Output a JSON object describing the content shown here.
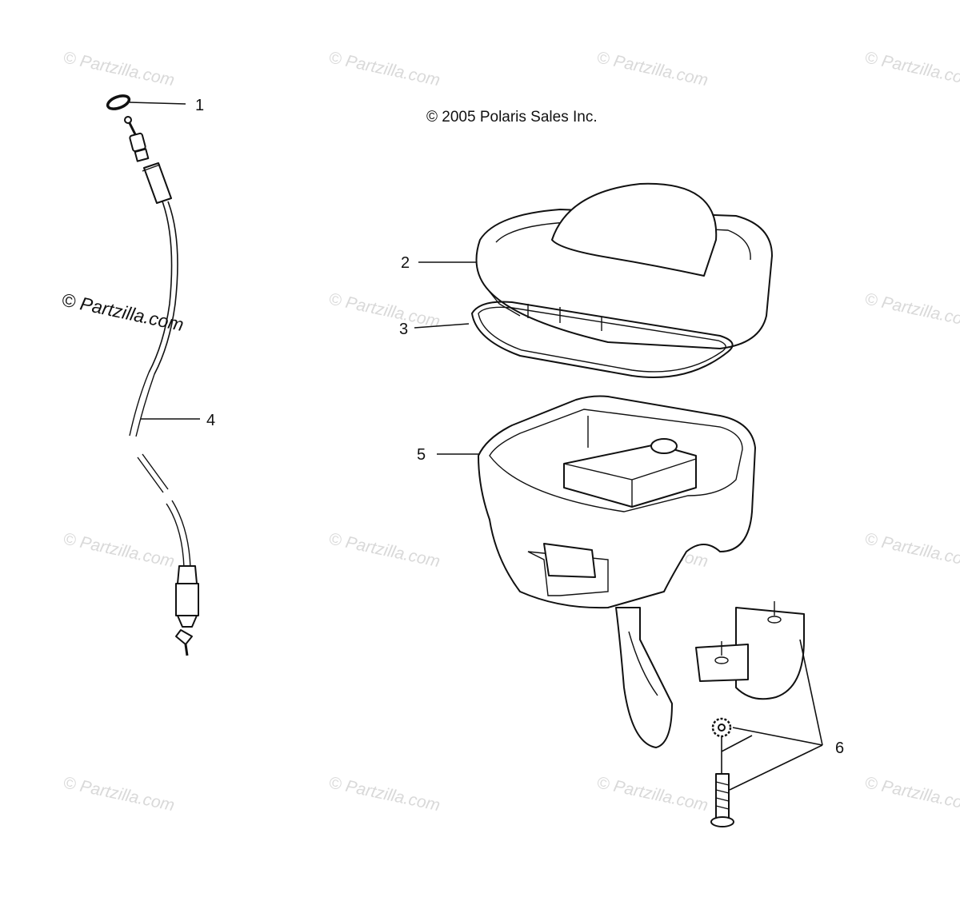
{
  "copyright": "© 2005 Polaris Sales Inc.",
  "watermarks": {
    "faint": "© Partzilla.com",
    "prominent": "© Partzilla.com"
  },
  "callouts": [
    {
      "id": "1",
      "label": "1"
    },
    {
      "id": "2",
      "label": "2"
    },
    {
      "id": "3",
      "label": "3"
    },
    {
      "id": "4",
      "label": "4"
    },
    {
      "id": "5",
      "label": "5"
    },
    {
      "id": "6",
      "label": "6"
    }
  ]
}
